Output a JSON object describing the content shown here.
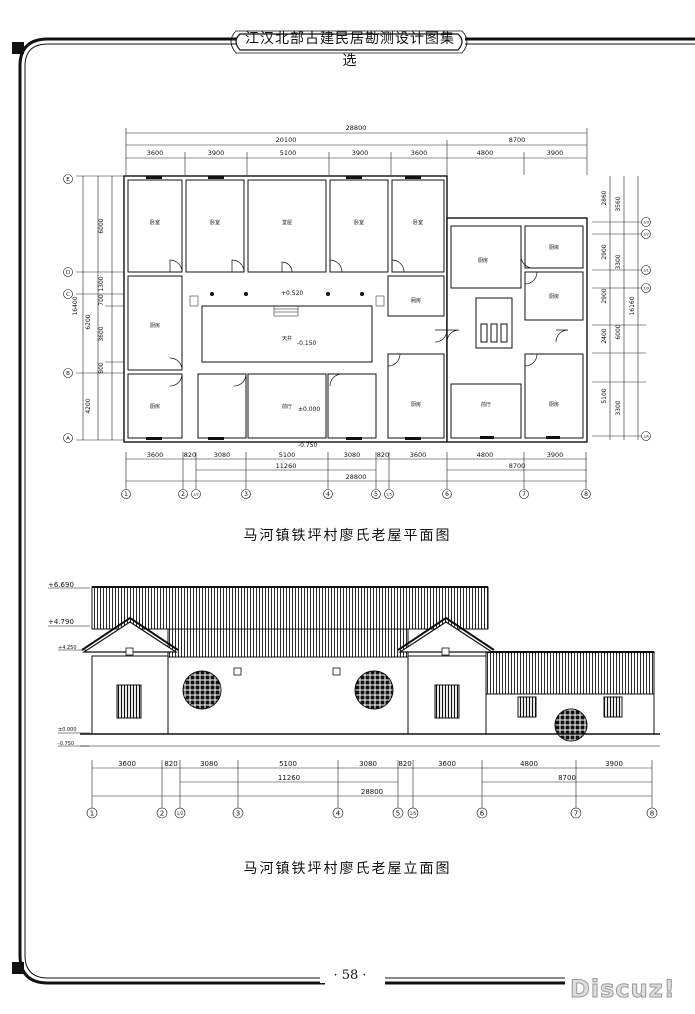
{
  "header": {
    "book_title": "江汉北部古建民居勘测设计图集选"
  },
  "plan": {
    "caption": "马河镇铁坪村廖氏老屋平面图",
    "top_dims": {
      "total": "28800",
      "left_total": "20100",
      "right_total": "8700",
      "segments": [
        "3600",
        "3900",
        "5100",
        "3900",
        "3600",
        "4800",
        "3900"
      ]
    },
    "bottom_dims": {
      "segments": [
        "3600",
        "820",
        "3080",
        "5100",
        "3080",
        "820",
        "3600",
        "4800",
        "3900"
      ],
      "middle": "11260",
      "right": "8700",
      "total": "28800"
    },
    "left_dims": [
      "6000",
      "1300",
      "700",
      "3600",
      "6200",
      "800",
      "16400",
      "4200"
    ],
    "right_dims": [
      "2860",
      "3560",
      "2900",
      "3300",
      "2900",
      "2400",
      "6000",
      "5100",
      "3300",
      "16160"
    ],
    "row_axes": [
      "E",
      "D",
      "C",
      "B",
      "A"
    ],
    "right_axes": [
      "1/3",
      "1/2",
      "1/1",
      "1/0",
      "1/A"
    ],
    "rooms": [
      "卧室",
      "卧室",
      "堂屋",
      "卧室",
      "卧室",
      "厨房",
      "天井",
      "厢房",
      "厨房",
      "前厅",
      "厨房",
      "厨房",
      "厨房",
      "前厅",
      "厨房",
      "厨房"
    ],
    "levels": [
      "+0.520",
      "-0.150",
      "±0.000",
      "-0.750"
    ]
  },
  "elevation": {
    "caption": "马河镇铁坪村廖氏老屋立面图",
    "levels": [
      "+6.690",
      "+4.790",
      "+4.250",
      "±0.000",
      "-0.750"
    ],
    "dims": {
      "segments": [
        "3600",
        "820",
        "3080",
        "5100",
        "3080",
        "820",
        "3600",
        "4800",
        "3900"
      ],
      "middle": "11260",
      "right": "8700",
      "total": "28800"
    }
  },
  "col_axes": [
    "1",
    "2",
    "1/2",
    "3",
    "4",
    "5",
    "1/5",
    "6",
    "7",
    "8"
  ],
  "footer": {
    "page_number": "· 58 ·"
  },
  "watermark": "Discuz!"
}
